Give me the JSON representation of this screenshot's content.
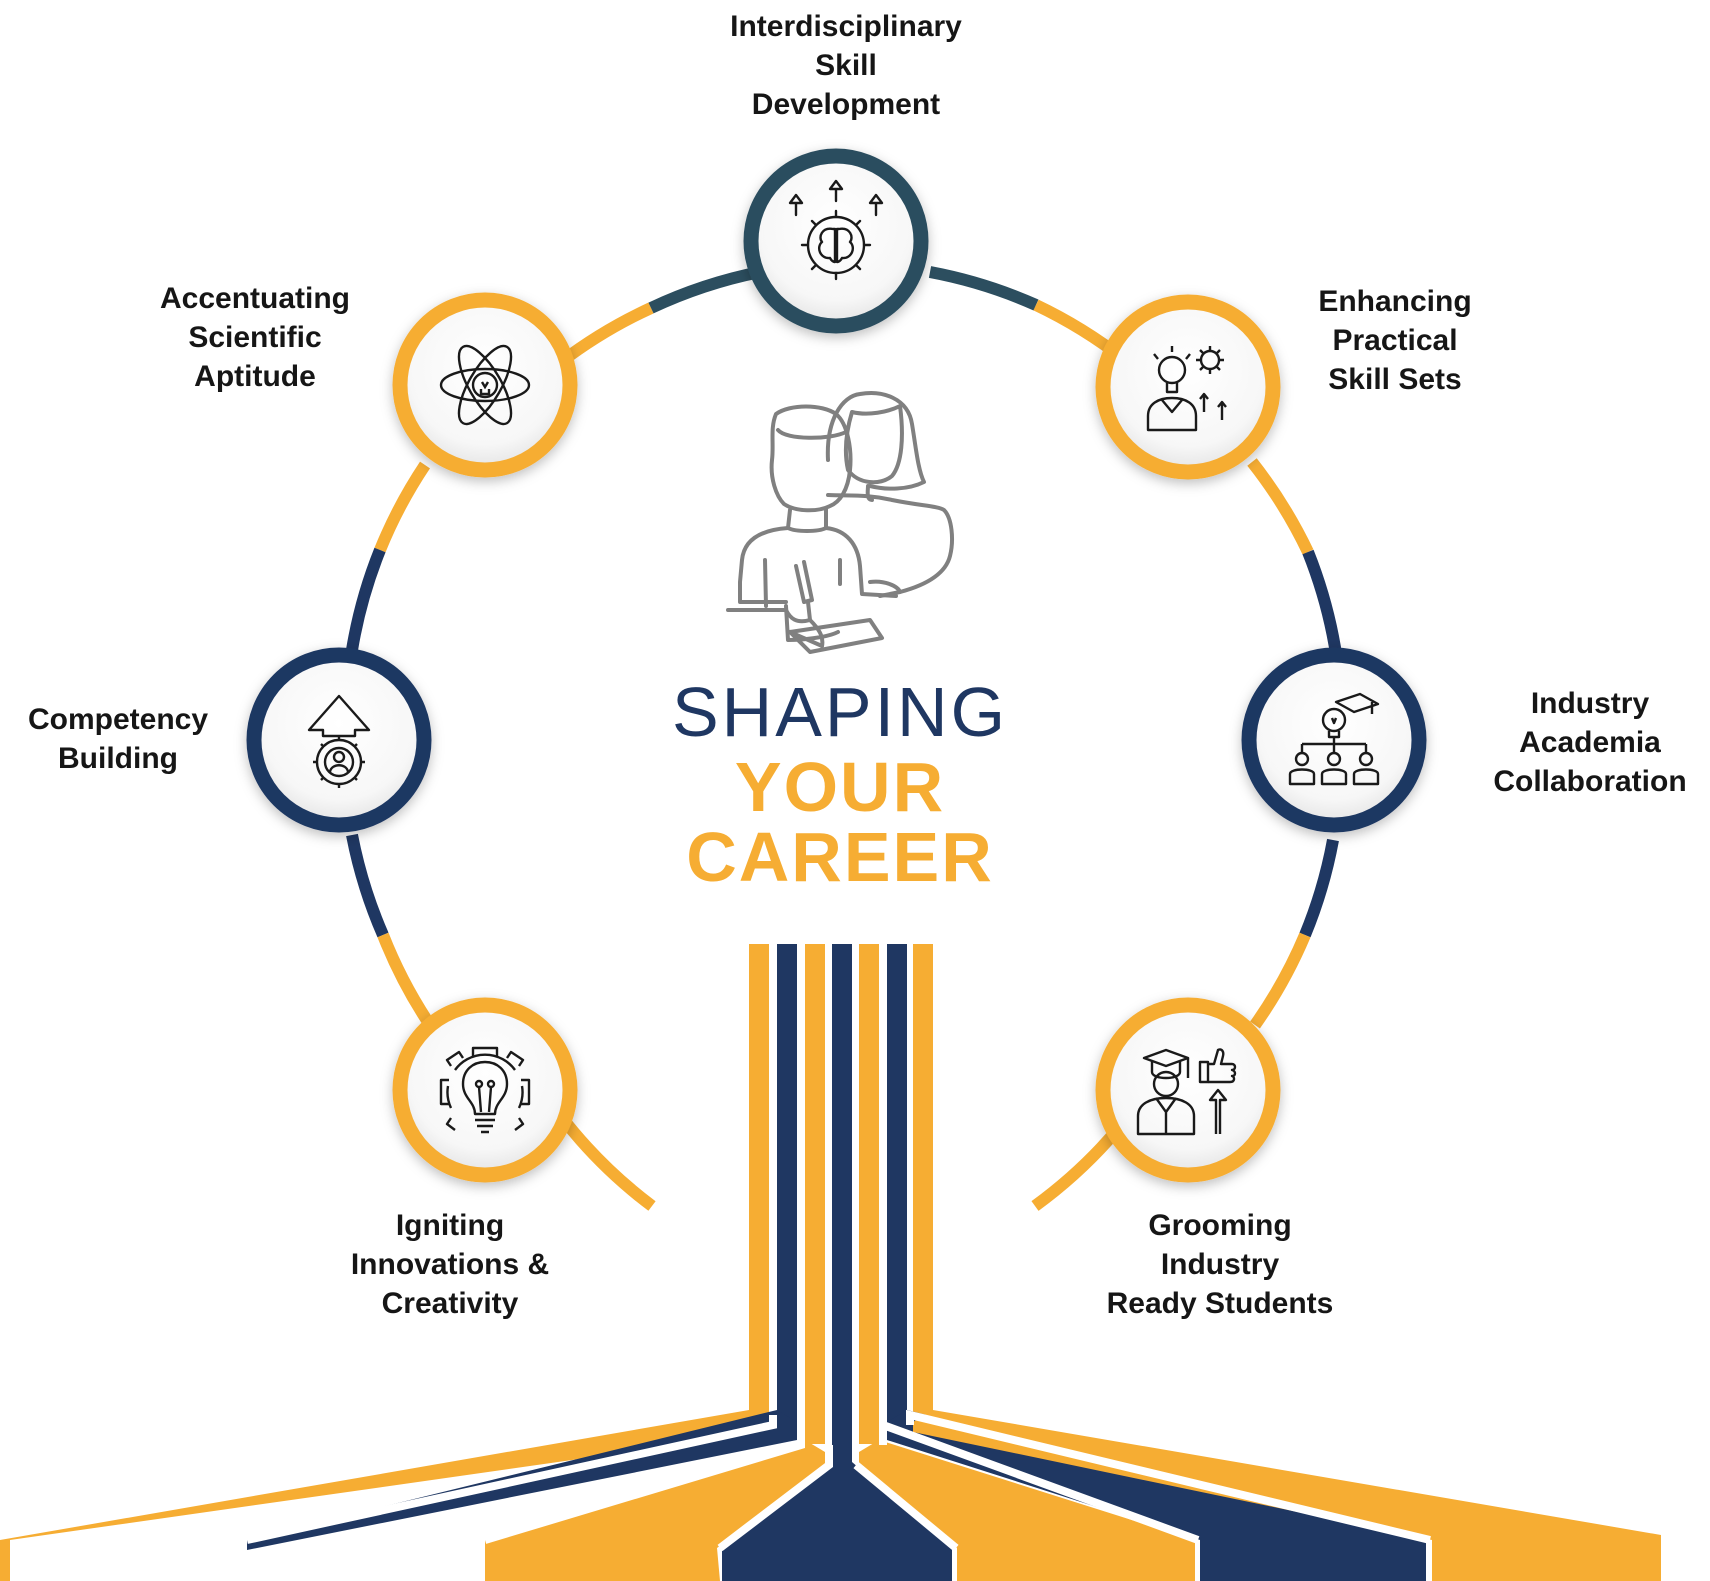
{
  "title": {
    "line1": "SHAPING",
    "line2": "YOUR",
    "line3": "CAREER"
  },
  "nodes": [
    {
      "id": "interdisciplinary",
      "lines": [
        "Interdisciplinary",
        "Skill",
        "Development"
      ],
      "icon": "brain-gear-arrows-icon",
      "ring": "#2c4e5f"
    },
    {
      "id": "practical",
      "lines": [
        "Enhancing",
        "Practical",
        "Skill Sets"
      ],
      "icon": "person-bulb-gear-icon",
      "ring": "#f6ad33"
    },
    {
      "id": "industry",
      "lines": [
        "Industry",
        "Academia",
        "Collaboration"
      ],
      "icon": "team-bulb-graduation-icon",
      "ring": "#1f3762"
    },
    {
      "id": "grooming",
      "lines": [
        "Grooming",
        "Industry",
        "Ready Students"
      ],
      "icon": "graduate-thumbs-up-icon",
      "ring": "#f6ad33"
    },
    {
      "id": "igniting",
      "lines": [
        "Igniting",
        "Innovations &",
        "Creativity"
      ],
      "icon": "bulb-gear-icon",
      "ring": "#f6ad33"
    },
    {
      "id": "competency",
      "lines": [
        "Competency",
        "Building"
      ],
      "icon": "gear-person-arrow-icon",
      "ring": "#1f3762"
    },
    {
      "id": "scientific",
      "lines": [
        "Accentuating",
        "Scientific",
        "Aptitude"
      ],
      "icon": "atom-bulb-icon",
      "ring": "#f6ad33"
    }
  ],
  "center_icon": "two-people-writing-icon",
  "colors": {
    "navy": "#1f3762",
    "orange": "#f6ad33",
    "teal": "#2c4e5f",
    "text": "#161616"
  }
}
